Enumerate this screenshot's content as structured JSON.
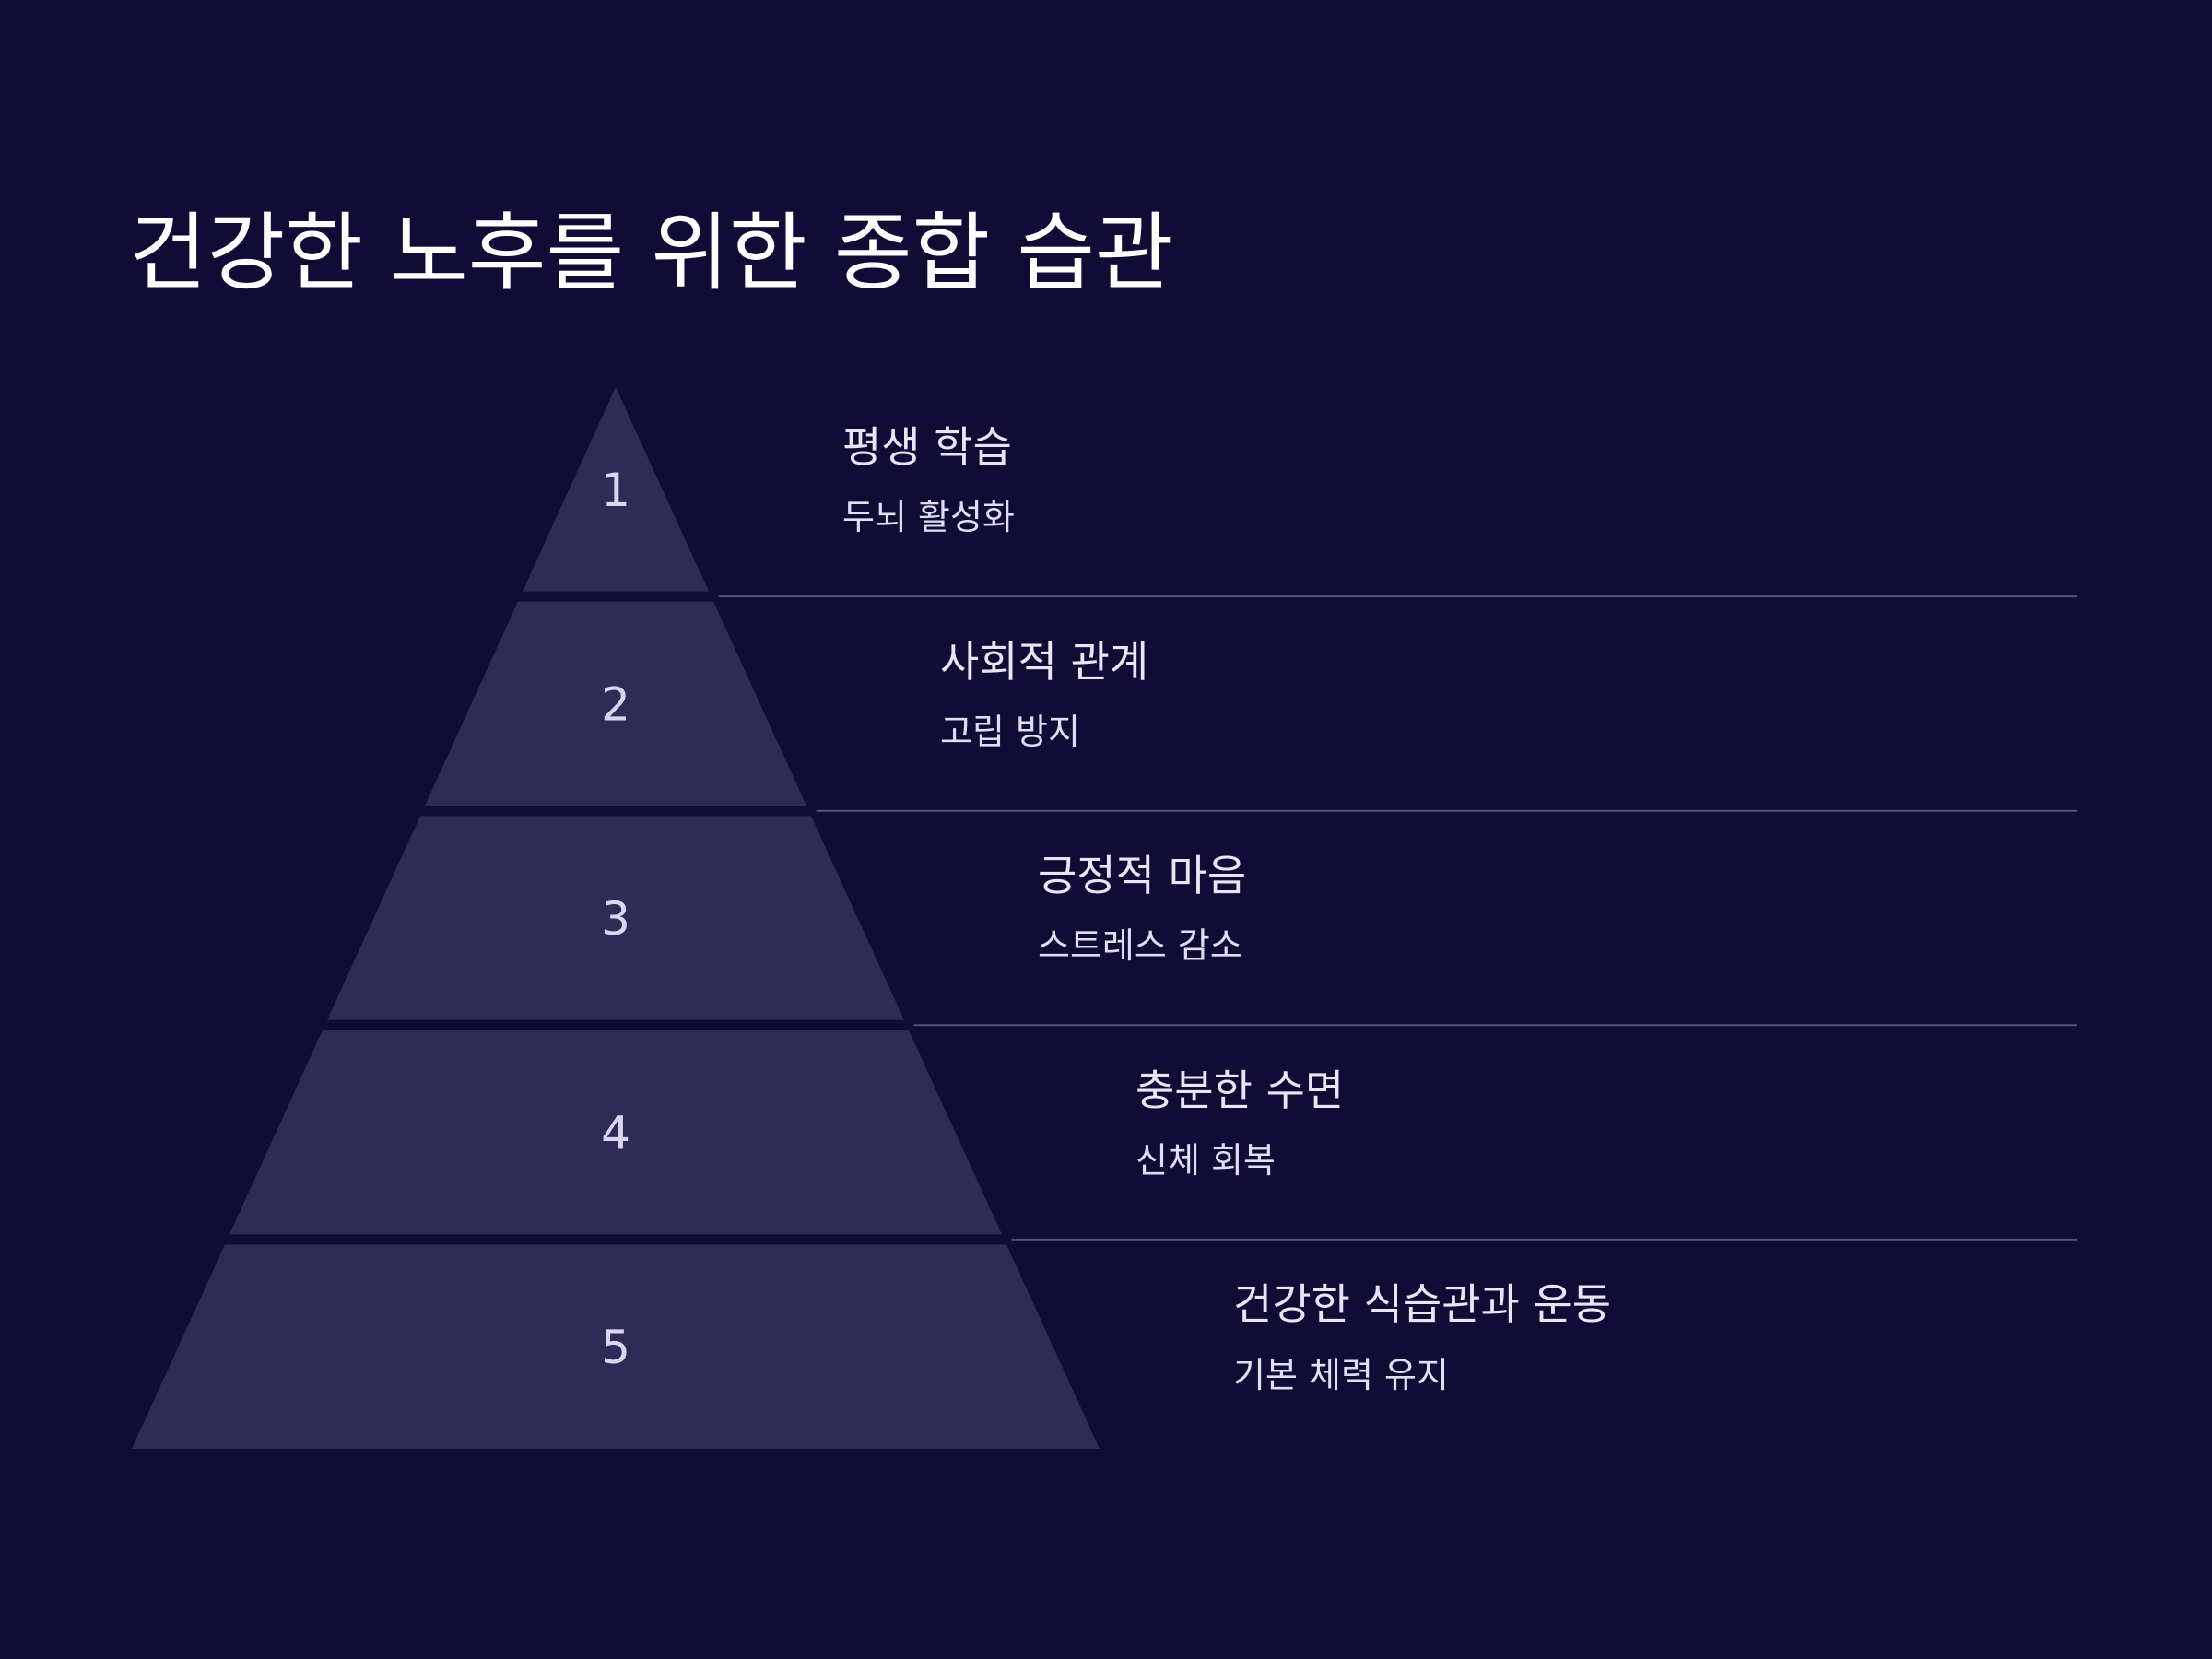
{
  "title": "건강한 노후를 위한 종합 습관",
  "colors": {
    "background": "#110c35",
    "tier_fill": "#302b56",
    "number": "#d9d6f0",
    "divider": "#55517a",
    "text": "#e8e6f5"
  },
  "levels": [
    {
      "number": "1",
      "title": "평생 학습",
      "description": "두뇌 활성화"
    },
    {
      "number": "2",
      "title": "사회적 관계",
      "description": "고립 방지"
    },
    {
      "number": "3",
      "title": "긍정적 마음",
      "description": "스트레스 감소"
    },
    {
      "number": "4",
      "title": "충분한 수면",
      "description": "신체 회복"
    },
    {
      "number": "5",
      "title": "건강한 식습관과 운동",
      "description": "기본 체력 유지"
    }
  ]
}
